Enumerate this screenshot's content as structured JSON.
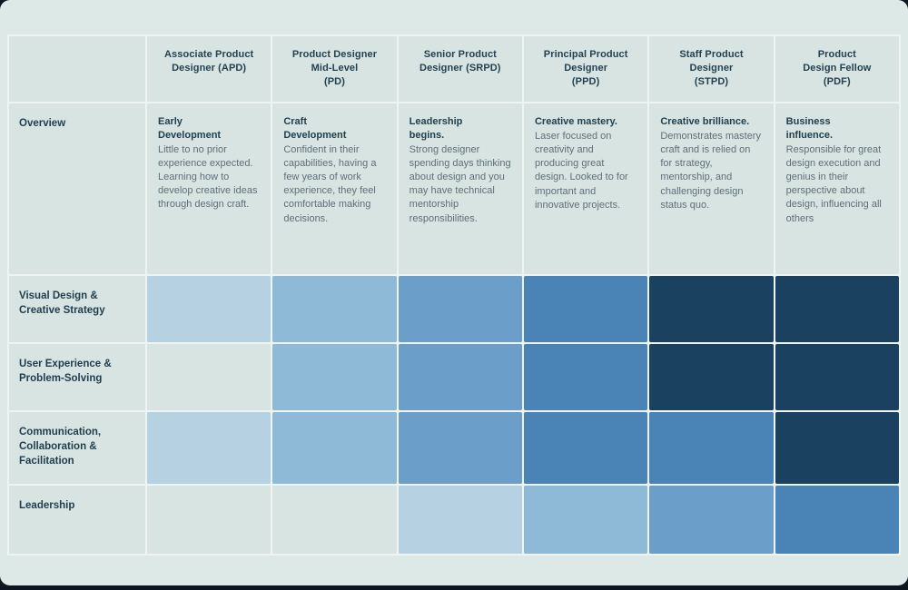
{
  "colors": {
    "page_bg": "#0d1620",
    "card_bg": "#dde9e6",
    "cell_bg": "#d8e4e1",
    "grid_line": "#edf4f1",
    "heading_text": "#24414f",
    "body_text": "#5e6f79",
    "level_1": "#b6d2e2",
    "level_2": "#8fbad7",
    "level_3": "#6b9fca",
    "level_4": "#4a84b6",
    "level_5": "#1b4161"
  },
  "table": {
    "corner": "",
    "columns": [
      "Associate Product\nDesigner (APD)",
      "Product Designer\nMid-Level\n(PD)",
      "Senior Product\nDesigner (SRPD)",
      "Principal Product\nDesigner\n(PPD)",
      "Staff Product\nDesigner\n(STPD)",
      "Product\nDesign Fellow\n(PDF)"
    ],
    "overview_label": "Overview",
    "overview": [
      {
        "lead": "Early\nDevelopment",
        "body": "Little to no prior experience expected. Learning how to develop creative ideas through design craft."
      },
      {
        "lead": "Craft\nDevelopment",
        "body": "Confident in their capabilities, having a few years of work experience, they feel comfortable making decisions."
      },
      {
        "lead": "Leadership\nbegins.",
        "body": "Strong designer spending days thinking about design and you may have technical mentorship responsibilities."
      },
      {
        "lead": "Creative mastery.",
        "body": "Laser focused on creativity and producing great design. Looked to for important and innovative projects."
      },
      {
        "lead": "Creative brilliance.",
        "body": "Demonstrates mastery craft and is relied on for strategy, mentorship, and challenging design status quo."
      },
      {
        "lead": "Business\ninfluence.",
        "body": "Responsible for great design execution and genius in their perspective about design, influencing all others"
      }
    ],
    "rows": [
      {
        "label": "Visual Design &\nCreative Strategy",
        "cells": [
          "#b6d2e2",
          "#8fbad7",
          "#6b9fca",
          "#4a84b6",
          "#1b4161",
          "#1b4161"
        ]
      },
      {
        "label": "User Experience &\nProblem-Solving",
        "cells": [
          "transparent",
          "#8fbad7",
          "#6b9fca",
          "#4a84b6",
          "#1b4161",
          "#1b4161"
        ]
      },
      {
        "label": "Communication,\nCollaboration &\nFacilitation",
        "cells": [
          "#b6d2e2",
          "#8fbad7",
          "#6b9fca",
          "#4a84b6",
          "#4a84b6",
          "#1b4161"
        ]
      },
      {
        "label": "Leadership",
        "cells": [
          "transparent",
          "transparent",
          "#b6d2e2",
          "#8fbad7",
          "#6b9fca",
          "#4a84b6"
        ]
      }
    ]
  },
  "chart_data": {
    "type": "heatmap",
    "x_categories": [
      "Associate Product Designer (APD)",
      "Product Designer Mid-Level (PD)",
      "Senior Product Designer (SRPD)",
      "Principal Product Designer (PPD)",
      "Staff Product Designer (STPD)",
      "Product Design Fellow (PDF)"
    ],
    "y_categories": [
      "Visual Design & Creative Strategy",
      "User Experience & Problem-Solving",
      "Communication, Collaboration & Facilitation",
      "Leadership"
    ],
    "values": [
      [
        1,
        2,
        3,
        4,
        5,
        5
      ],
      [
        0,
        2,
        3,
        4,
        5,
        5
      ],
      [
        1,
        2,
        3,
        4,
        4,
        5
      ],
      [
        0,
        0,
        1,
        2,
        3,
        4
      ]
    ],
    "value_colors": {
      "0": "no fill",
      "1": "#b6d2e2",
      "2": "#8fbad7",
      "3": "#6b9fca",
      "4": "#4a84b6",
      "5": "#1b4161"
    },
    "legend": "none",
    "grid": true
  }
}
